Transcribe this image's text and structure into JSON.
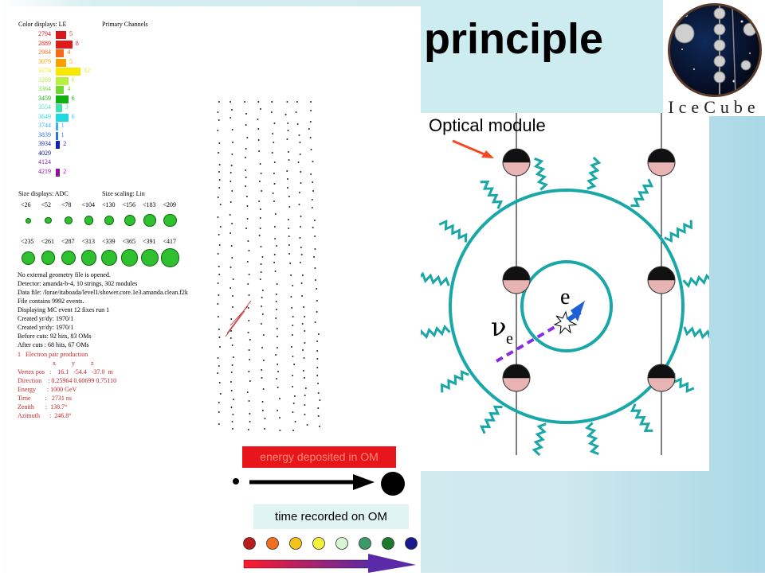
{
  "slide": {
    "title": "principle",
    "logo_text": "IceCube",
    "optical_module_label": "Optical module",
    "neutrino_symbol": "ν",
    "neutrino_subscript": "e",
    "electron_symbol": "e",
    "energy_label": "energy deposited in OM",
    "time_label": "time recorded on OM",
    "time_colors": [
      "#b81c1c",
      "#f07020",
      "#f2c21a",
      "#f4f040",
      "#d6f5d2",
      "#3a9a6a",
      "#1d7a2a",
      "#1a1a8a"
    ]
  },
  "event_panel": {
    "color_display_label": "Color displays: LE",
    "primary_channels_label": "Primary Channels",
    "color_rows": [
      {
        "value": "2794",
        "count": "5",
        "color": "#d9161c"
      },
      {
        "value": "2889",
        "count": "8",
        "color": "#e01a1a"
      },
      {
        "value": "2984",
        "count": "4",
        "color": "#f46a1a"
      },
      {
        "value": "3079",
        "count": "5",
        "color": "#f8a000"
      },
      {
        "value": "3174",
        "count": "12",
        "color": "#f8e800"
      },
      {
        "value": "3269",
        "count": "6",
        "color": "#b8f040"
      },
      {
        "value": "3364",
        "count": "4",
        "color": "#70d830"
      },
      {
        "value": "3459",
        "count": "6",
        "color": "#10b010"
      },
      {
        "value": "3554",
        "count": "3",
        "color": "#40e0b0"
      },
      {
        "value": "3649",
        "count": "6",
        "color": "#20d8e0"
      },
      {
        "value": "3744",
        "count": "1",
        "color": "#40b0f0"
      },
      {
        "value": "3839",
        "count": "1",
        "color": "#3070e0"
      },
      {
        "value": "3934",
        "count": "2",
        "color": "#1020c0"
      },
      {
        "value": "4029",
        "count": "",
        "color": "#0a0a90"
      },
      {
        "value": "4124",
        "count": "",
        "color": "#8020b0"
      },
      {
        "value": "4219",
        "count": "2",
        "color": "#9010a0"
      }
    ],
    "size_display_label": "Size displays: ADC",
    "size_scaling_label": "Size scaling: Lin",
    "size_row1": [
      "<26",
      "<52",
      "<78",
      "<104",
      "<130",
      "<156",
      "<183",
      "<209"
    ],
    "size_row2": [
      "<235",
      "<261",
      "<287",
      "<313",
      "<339",
      "<365",
      "<391",
      "<417"
    ],
    "info_lines": [
      "No external geometry file is opened.",
      "Detector: amanda-b-4, 10 strings, 302 modules",
      "Data file: /lorae/itaboada/level1/shower.core.1e3.amanda.clean.f2k",
      "File contains 9992 events.",
      "Displaying MC event 12 fixes run 1",
      "Created yr/dy: 1970/1",
      "Created yr/dy: 1970/1",
      "Before cuts:  92 hits,   83 OMs",
      "After cuts :  68 hits,   67 OMs"
    ],
    "particle_lines": [
      "1   Electron pair production",
      "                      x          y          z",
      "Vertex pos   :    16.1   -54.4   -37.0  m",
      "Direction    : 0.25964 0.60699 0.75110",
      "Energy       : 1000 GeV",
      "Time         :   2731 ns",
      "Zenith       :  138.7°",
      "Azimuth      :  246.8°"
    ]
  }
}
